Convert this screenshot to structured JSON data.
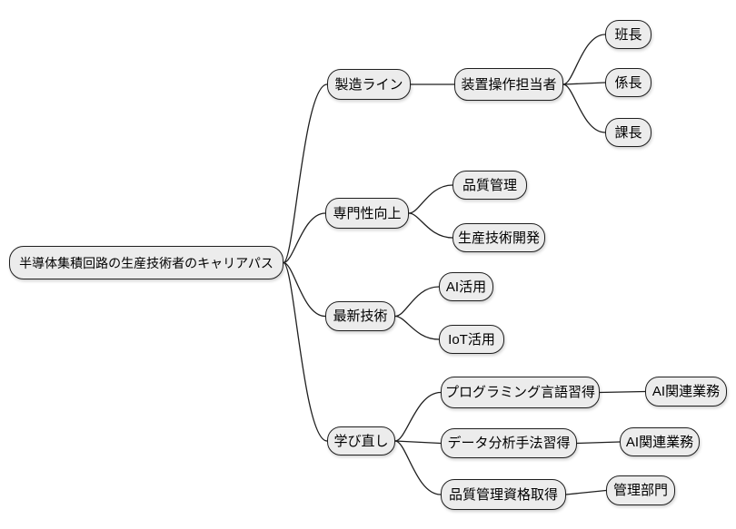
{
  "mindmap": {
    "title": "半導体集積回路の生産技術者のキャリアパス",
    "colors": {
      "node_fill": "#ececec",
      "node_border": "#1f1f1f",
      "edge": "#1f1f1f",
      "text": "#000000",
      "background": "#ffffff"
    },
    "nodes": [
      {
        "id": "root",
        "label": "半導体集積回路の生産技術者のキャリアパス",
        "parent": null
      },
      {
        "id": "seizo",
        "label": "製造ライン",
        "parent": "root"
      },
      {
        "id": "sochi",
        "label": "装置操作担当者",
        "parent": "seizo"
      },
      {
        "id": "hancho",
        "label": "班長",
        "parent": "sochi"
      },
      {
        "id": "kakaricho",
        "label": "係長",
        "parent": "sochi"
      },
      {
        "id": "kacho",
        "label": "課長",
        "parent": "sochi"
      },
      {
        "id": "senmon",
        "label": "専門性向上",
        "parent": "root"
      },
      {
        "id": "hinshitsu",
        "label": "品質管理",
        "parent": "senmon"
      },
      {
        "id": "seisan",
        "label": "生産技術開発",
        "parent": "senmon"
      },
      {
        "id": "saishin",
        "label": "最新技術",
        "parent": "root"
      },
      {
        "id": "ai",
        "label": "AI活用",
        "parent": "saishin"
      },
      {
        "id": "iot",
        "label": "IoT活用",
        "parent": "saishin"
      },
      {
        "id": "manabi",
        "label": "学び直し",
        "parent": "root"
      },
      {
        "id": "prog",
        "label": "プログラミング言語習得",
        "parent": "manabi"
      },
      {
        "id": "data",
        "label": "データ分析手法習得",
        "parent": "manabi"
      },
      {
        "id": "shikaku",
        "label": "品質管理資格取得",
        "parent": "manabi"
      },
      {
        "id": "aigyomu1",
        "label": "AI関連業務",
        "parent": "prog"
      },
      {
        "id": "aigyomu2",
        "label": "AI関連業務",
        "parent": "data"
      },
      {
        "id": "kanribumon",
        "label": "管理部門",
        "parent": "shikaku"
      }
    ]
  }
}
